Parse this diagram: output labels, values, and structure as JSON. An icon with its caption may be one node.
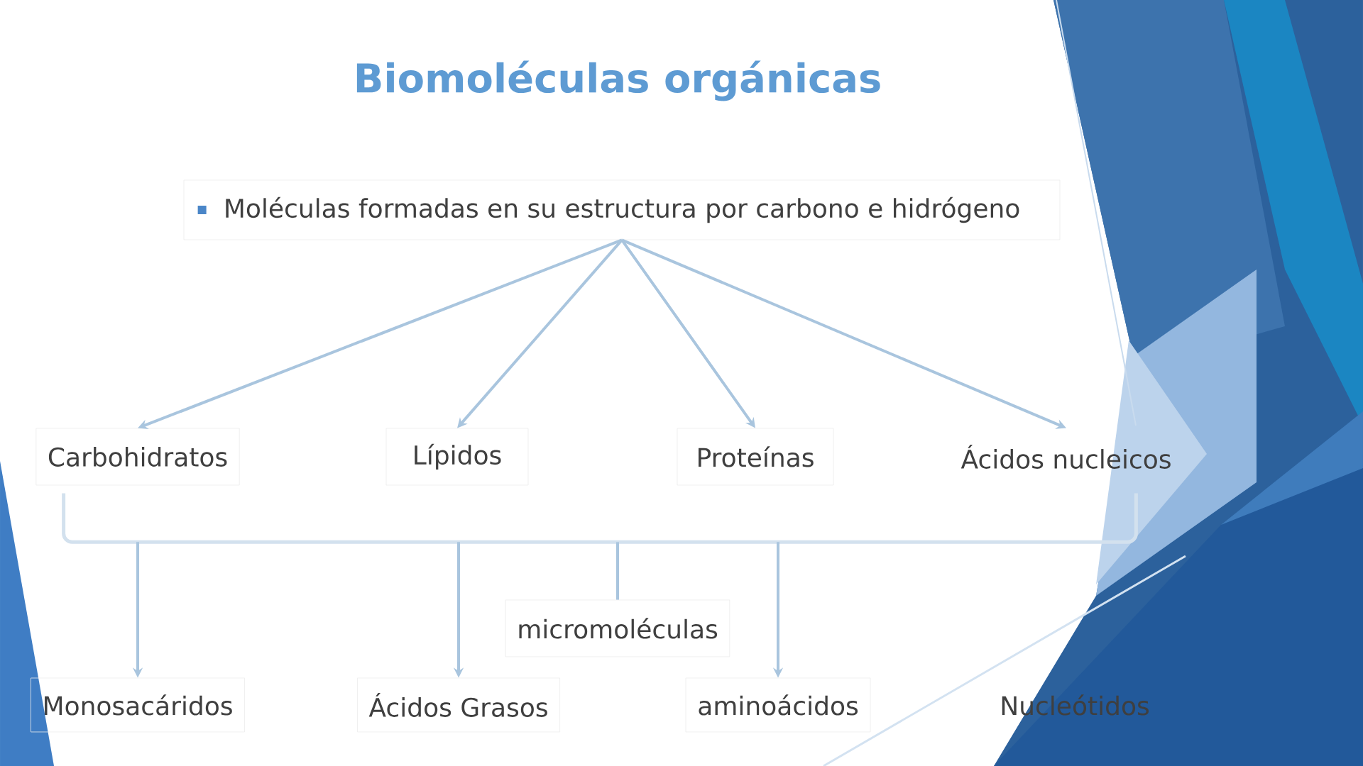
{
  "diagram": {
    "title": "Biomoléculas orgánicas",
    "nodes": [
      {
        "text": [
          "Moléculas formadas en su estructura por carbono e hidrógeno"
        ]
      },
      {
        "text": [
          "Carbohidratos"
        ]
      },
      {
        "text": [
          "Lípidos"
        ]
      },
      {
        "text": [
          "Proteínas"
        ]
      },
      {
        "text": [
          "Ácidos nucleicos"
        ]
      },
      {
        "text": [],
        "shape": "bracket"
      },
      {
        "text": [
          "micromoléculas"
        ]
      },
      {
        "text": [
          "Monosacáridos"
        ]
      },
      {
        "text": [
          "Ácidos Grasos"
        ]
      },
      {
        "text": [
          "aminoácidos"
        ]
      },
      {
        "text": [
          "Nucleótidos"
        ]
      }
    ],
    "edges": [
      {
        "from": 0,
        "to": 1,
        "arrow": "to"
      },
      {
        "from": 0,
        "to": 2,
        "arrow": "to"
      },
      {
        "from": 0,
        "to": 3,
        "arrow": "to"
      },
      {
        "from": 0,
        "to": 4,
        "arrow": "to"
      },
      {
        "from": 5,
        "to": 6,
        "arrow": "none"
      },
      {
        "from": 5,
        "to": 7,
        "arrow": "to"
      },
      {
        "from": 5,
        "to": 8,
        "arrow": "to"
      },
      {
        "from": 5,
        "to": 9,
        "arrow": "to"
      }
    ]
  }
}
